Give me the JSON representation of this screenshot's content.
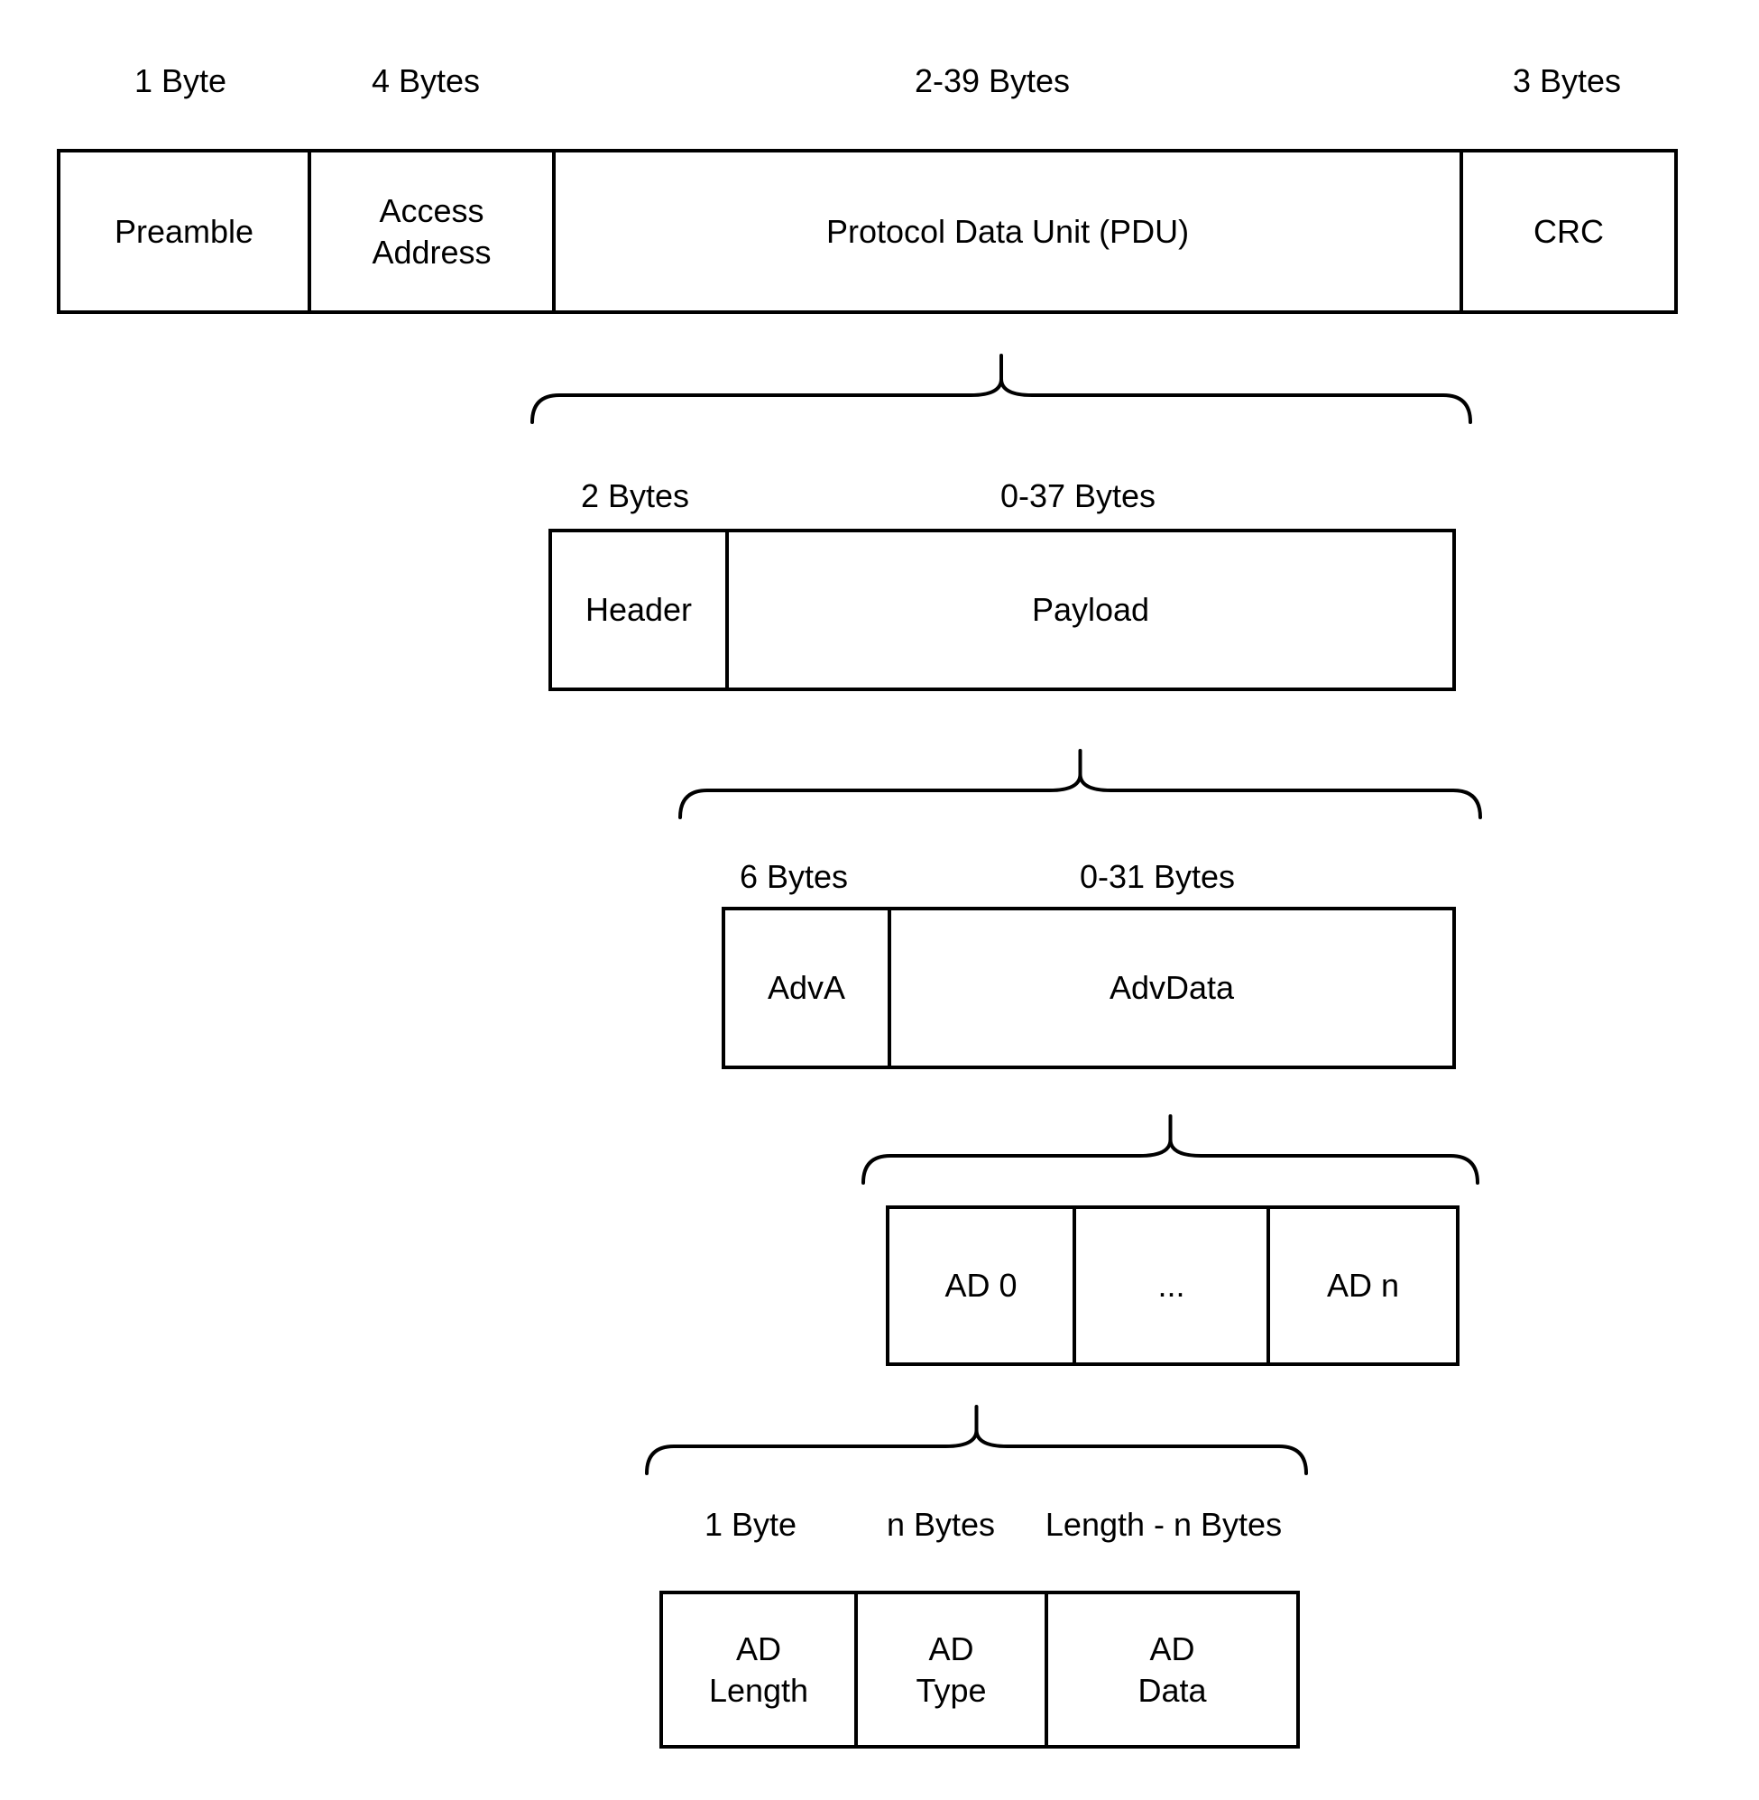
{
  "colors": {
    "line": "#000000",
    "background": "#ffffff",
    "text": "#000000"
  },
  "rows": [
    {
      "name": "packet",
      "labels": [
        {
          "text": "1 Byte"
        },
        {
          "text": "4 Bytes"
        },
        {
          "text": "2-39 Bytes"
        },
        {
          "text": "3 Bytes"
        }
      ],
      "cells": [
        {
          "text": "Preamble"
        },
        {
          "text": "Access\nAddress"
        },
        {
          "text": "Protocol Data Unit (PDU)"
        },
        {
          "text": "CRC"
        }
      ]
    },
    {
      "name": "pdu",
      "labels": [
        {
          "text": "2 Bytes"
        },
        {
          "text": "0-37 Bytes"
        }
      ],
      "cells": [
        {
          "text": "Header"
        },
        {
          "text": "Payload"
        }
      ]
    },
    {
      "name": "payload",
      "labels": [
        {
          "text": "6 Bytes"
        },
        {
          "text": "0-31 Bytes"
        }
      ],
      "cells": [
        {
          "text": "AdvA"
        },
        {
          "text": "AdvData"
        }
      ]
    },
    {
      "name": "advdata",
      "labels": [],
      "cells": [
        {
          "text": "AD 0"
        },
        {
          "text": "..."
        },
        {
          "text": "AD n"
        }
      ]
    },
    {
      "name": "ad-structure",
      "labels": [
        {
          "text": "1 Byte"
        },
        {
          "text": "n Bytes"
        },
        {
          "text": "Length - n Bytes"
        }
      ],
      "cells": [
        {
          "text": "AD\nLength"
        },
        {
          "text": "AD\nType"
        },
        {
          "text": "AD\nData"
        }
      ]
    }
  ]
}
